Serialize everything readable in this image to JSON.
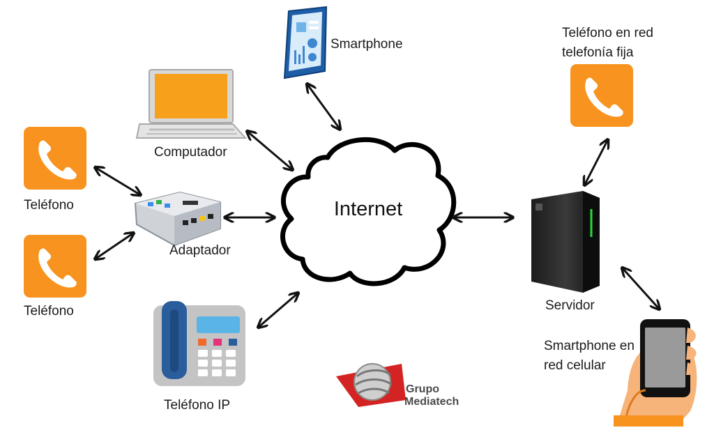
{
  "labels": {
    "smartphone": "Smartphone",
    "computer": "Computador",
    "phone_top": "Teléfono",
    "phone_bottom": "Teléfono",
    "adapter": "Adaptador",
    "internet": "Internet",
    "ip_phone": "Teléfono IP",
    "server": "Servidor",
    "landline_line1": "Teléfono en red",
    "landline_line2": "telefonía fija",
    "mobile_line1": "Smartphone en",
    "mobile_line2": "red celular"
  },
  "brand": {
    "line1": "Grupo",
    "line2": "Mediatech"
  },
  "colors": {
    "accent_orange": "#F7931E",
    "server_led": "#2BD63A",
    "ip_phone_screen": "#5AB4E5"
  }
}
